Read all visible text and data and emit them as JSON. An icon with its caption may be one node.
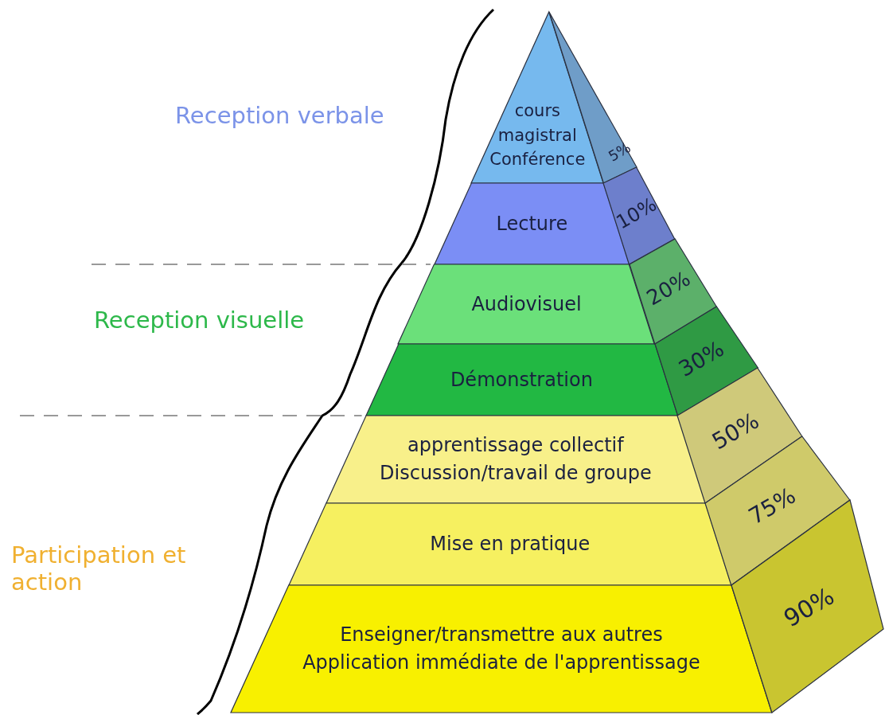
{
  "diagram": {
    "nodes": [
      {
        "text": [
          "cours magistral",
          "Conférence"
        ]
      },
      {
        "text": [
          "Lecture"
        ]
      },
      {
        "text": [
          "Audiovisuel"
        ]
      },
      {
        "text": [
          "Démonstration"
        ]
      },
      {
        "text": [
          "apprentissage collectif",
          "Discussion/travail de groupe"
        ]
      },
      {
        "text": [
          "Mise en pratique"
        ]
      },
      {
        "text": [
          "Enseigner/transmettre aux autres",
          "Application immédiate de l'apprentissage"
        ]
      },
      {
        "text": [
          "5%"
        ]
      },
      {
        "text": [
          "10%"
        ]
      },
      {
        "text": [
          "20%"
        ]
      },
      {
        "text": [
          "30%"
        ]
      },
      {
        "text": [
          "50%"
        ]
      },
      {
        "text": [
          "75%"
        ]
      },
      {
        "text": [
          "90%"
        ]
      }
    ],
    "labels": [
      "Reception verbale",
      "Reception visuelle",
      "Participation et action"
    ]
  }
}
